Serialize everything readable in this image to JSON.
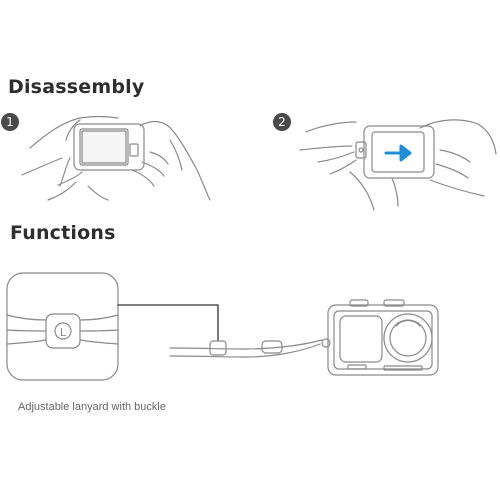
{
  "sections": {
    "disassembly_title": "Disassembly",
    "functions_title": "Functions"
  },
  "steps": [
    {
      "number": "1"
    },
    {
      "number": "2"
    }
  ],
  "functions": {
    "caption": "Adjustable lanyard with buckle"
  },
  "colors": {
    "line": "#8a8a8a",
    "heading": "#2e2e2e",
    "accent_arrow": "#1e8fd6"
  },
  "icons": {
    "buckle_logo": "L"
  }
}
